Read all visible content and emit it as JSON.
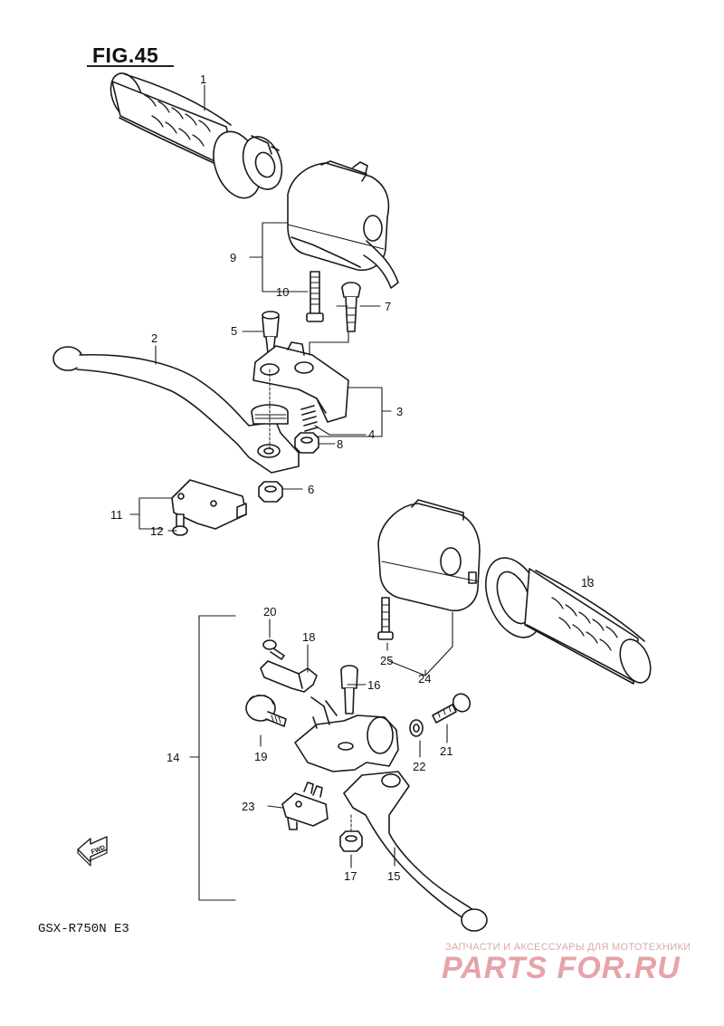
{
  "figure": {
    "title": "FIG.45"
  },
  "model": {
    "code": "GSX-R750N E3"
  },
  "watermark": {
    "tagline": "ЗАПЧАСТИ И АКСЕССУАРЫ ДЛЯ МОТОТЕХНИКИ",
    "brand": "PARTS FOR.RU",
    "color": "#e6a3a8"
  },
  "callouts": {
    "c1": "1",
    "c2": "2",
    "c3": "3",
    "c4": "4",
    "c5": "5",
    "c6": "6",
    "c7": "7",
    "c8": "8",
    "c9": "9",
    "c10": "10",
    "c11": "11",
    "c12": "12",
    "c13": "13",
    "c14": "14",
    "c15": "15",
    "c16": "16",
    "c17": "17",
    "c18": "18",
    "c19": "19",
    "c20": "20",
    "c21": "21",
    "c22": "22",
    "c23": "23",
    "c24": "24",
    "c25": "25"
  },
  "arrow": {
    "label": "FWD"
  }
}
